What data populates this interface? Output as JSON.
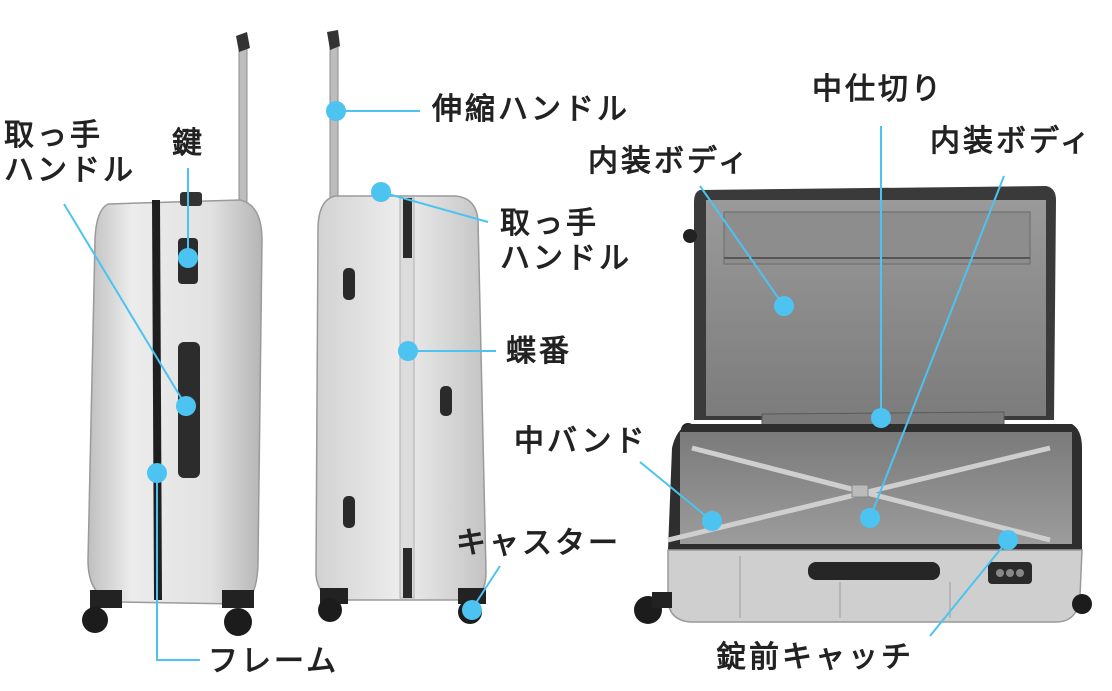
{
  "colors": {
    "accent": "#4cc3f0",
    "shell": "#d8d8d8",
    "shell_light": "#ececec",
    "shell_dark": "#a9a9a9",
    "interior": "#8a8a8a",
    "interior_dark": "#5e5e5e",
    "wheel": "#2a2a2a",
    "text": "#222222"
  },
  "labels": {
    "handle_grip_left_line1": "取っ手",
    "handle_grip_left_line2": "ハンドル",
    "lock": "鍵",
    "telescopic_handle": "伸縮ハンドル",
    "handle_grip_right_line1": "取っ手",
    "handle_grip_right_line2": "ハンドル",
    "hinge": "蝶番",
    "caster": "キャスター",
    "frame": "フレーム",
    "divider": "中仕切り",
    "lining_upper": "内装ボディ",
    "lining_lower": "内装ボディ",
    "middle_band": "中バンド",
    "latch": "錠前キャッチ"
  }
}
